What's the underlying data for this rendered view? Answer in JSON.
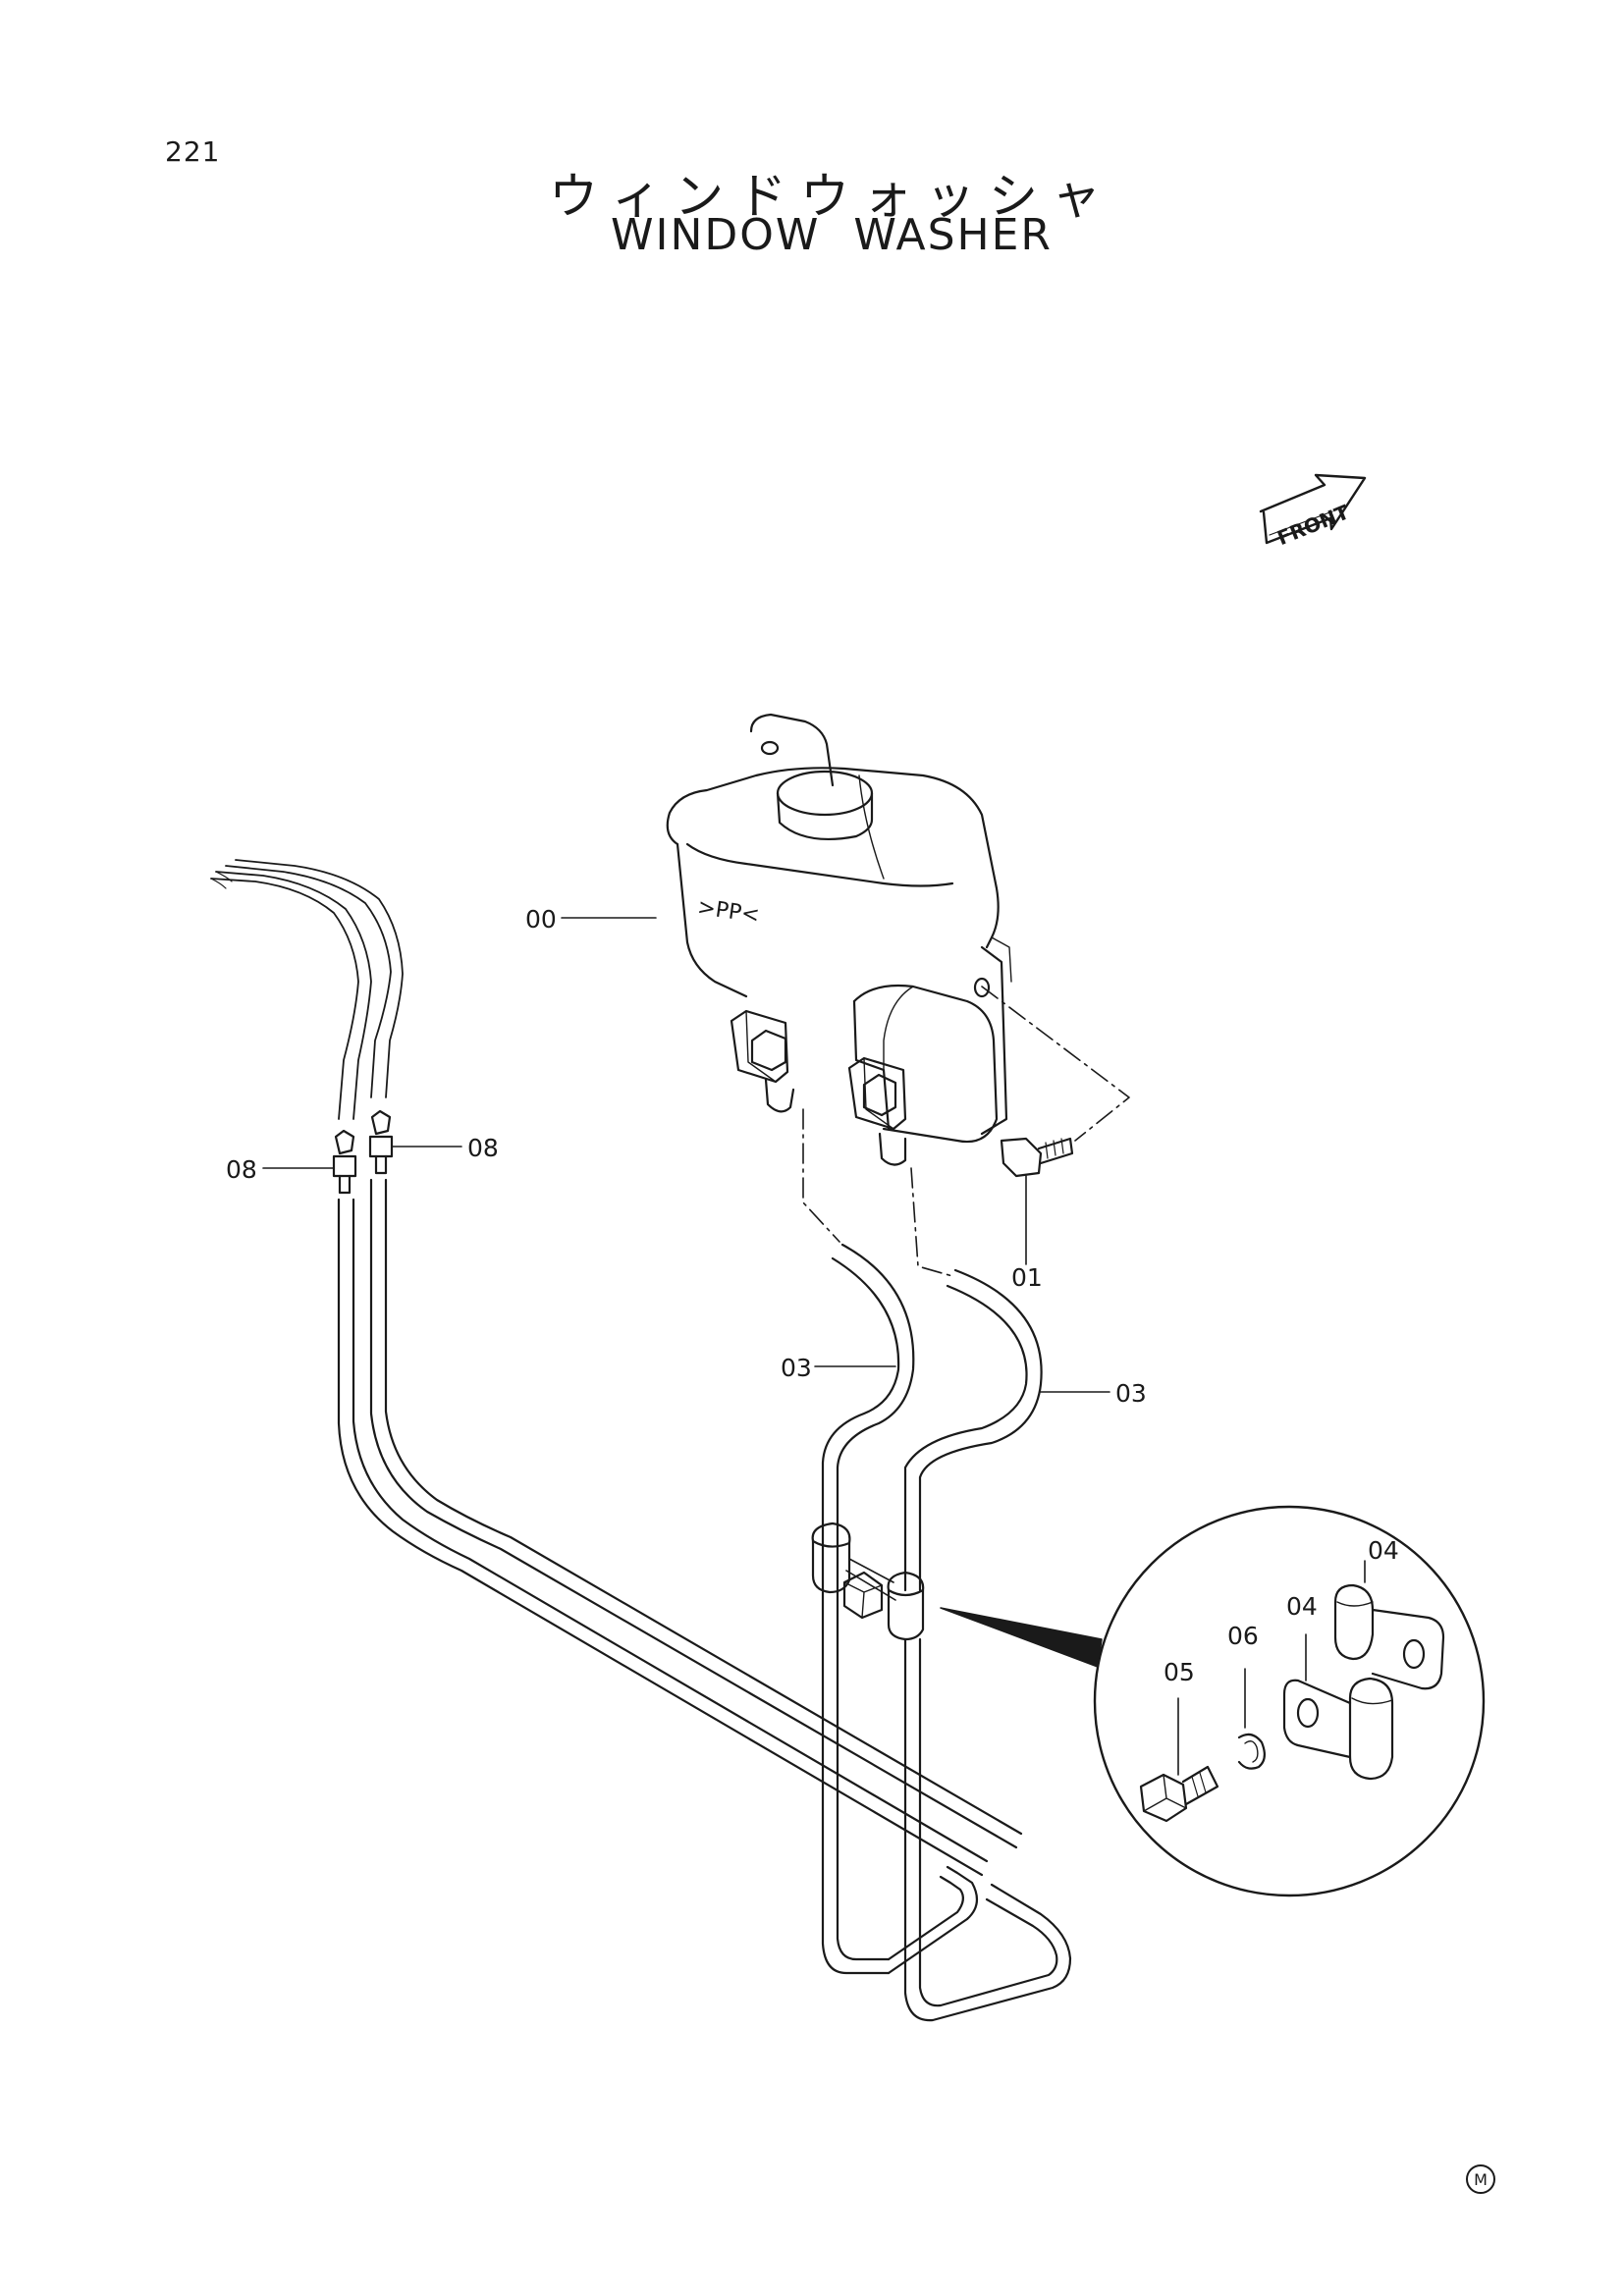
{
  "page_number": "221",
  "title_jp": "ウィンドウォッシャ",
  "title_en": "WINDOW WASHER",
  "front_label": "FRONT",
  "tank_marking": ">PP<",
  "callouts": {
    "tank": "00",
    "bolt": "01",
    "hose_left": "03",
    "hose_right": "03",
    "clip_upper": "04",
    "clip_lower": "04",
    "bolt_detail": "05",
    "washer_detail": "06",
    "joint_left": "08",
    "joint_right": "08"
  },
  "footer_mark": "M"
}
